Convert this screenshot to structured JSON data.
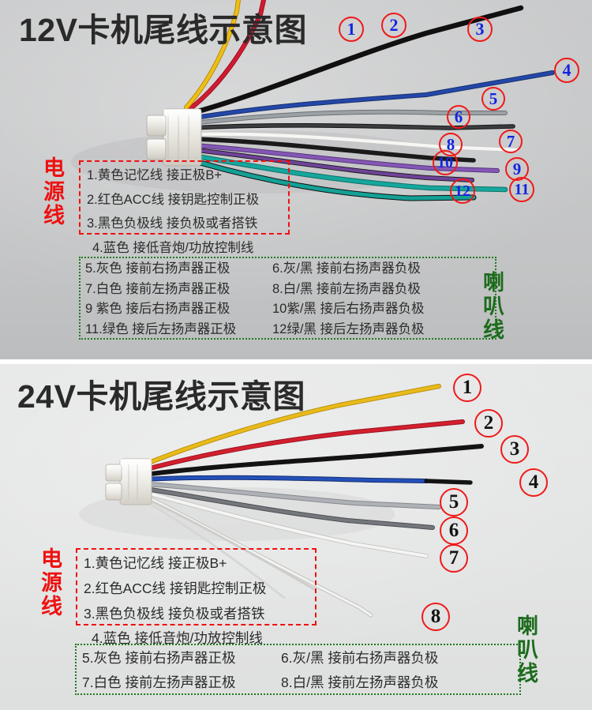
{
  "panels": [
    {
      "id": "12v",
      "title": "12V卡机尾线示意图",
      "power_group_label": [
        "电",
        "源",
        "线"
      ],
      "speaker_group_label": [
        "喇",
        "叭",
        "线"
      ],
      "power_lines": [
        "1.黄色记忆线  接正极B+",
        "2.红色ACC线  接钥匙控制正极",
        "3.黑色负极线  接负极或者搭铁"
      ],
      "blue_line": "4.蓝色 接低音炮/功放控制线",
      "speaker_rows": [
        {
          "left": "5.灰色  接前右扬声器正极",
          "right": "6.灰/黑  接前右扬声器负极"
        },
        {
          "left": "7.白色  接前左扬声器正极",
          "right": "8.白/黑  接前左扬声器负极"
        },
        {
          "left": "9 紫色  接后右扬声器正极",
          "right": "10紫/黑  接后右扬声器负极"
        },
        {
          "left": "11.绿色  接后左扬声器正极",
          "right": "12绿/黑  接后左扬声器负极"
        }
      ],
      "callouts": [
        "1",
        "2",
        "3",
        "4",
        "5",
        "6",
        "7",
        "8",
        "9",
        "10",
        "11",
        "12"
      ],
      "callout_color": "#1324e0",
      "wire_colors": {
        "yellow": "#e8b810",
        "red": "#c41028",
        "black": "#151515",
        "blue": "#1b3c97",
        "gray": "#8d9196",
        "white": "#f2f2f0",
        "purple": "#7a4ba8",
        "teal": "#139a93"
      }
    },
    {
      "id": "24v",
      "title": "24V卡机尾线示意图",
      "power_group_label": [
        "电",
        "源",
        "线"
      ],
      "speaker_group_label": [
        "喇",
        "叭",
        "线"
      ],
      "power_lines": [
        "1.黄色记忆线  接正极B+",
        "2.红色ACC线  接钥匙控制正极",
        "3.黑色负极线  接负极或者搭铁"
      ],
      "blue_line": "4.蓝色 接低音炮/功放控制线",
      "speaker_rows": [
        {
          "left": "5.灰色  接前右扬声器正极",
          "right": "6.灰/黑  接前右扬声器负极"
        },
        {
          "left": "7.白色  接前左扬声器正极",
          "right": "8.白/黑  接前左扬声器负极"
        }
      ],
      "callouts": [
        "1",
        "2",
        "3",
        "4",
        "5",
        "6",
        "7",
        "8"
      ],
      "callout_color": "#141414",
      "wire_colors": {
        "yellow": "#e5b418",
        "red": "#d01b28",
        "black": "#171717",
        "blue": "#1f48ad",
        "gray": "#9aa0a4",
        "white": "#f4f4f3"
      }
    }
  ],
  "theme": {
    "panel_top_bg": "#c6c7c8",
    "panel_bottom_bg": "#e3e4e4",
    "power_red": "#ee1111",
    "speaker_green": "#1d6b1d",
    "callout_ring": "#ef1a1a",
    "title_color": "#2a2a2a"
  }
}
